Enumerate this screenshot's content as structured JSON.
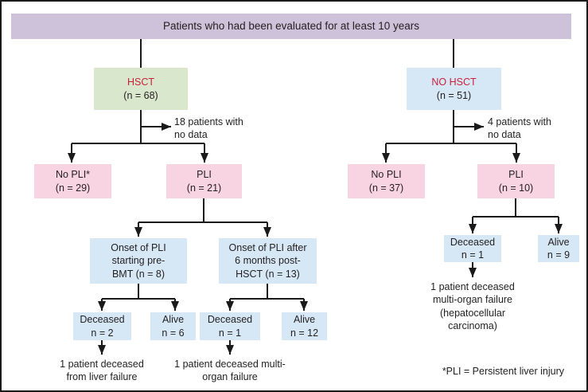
{
  "figure": {
    "banner": "Patients who had been evaluated for at least 10 years",
    "footnote": "*PLI = Persistent liver injury"
  },
  "colors": {
    "banner_bg": "#cec1da",
    "green_bg": "#d9e8cd",
    "blue_bg": "#d6e8f6",
    "pink_bg": "#f8d3e2",
    "red_text": "#cc2039",
    "text": "#231f20"
  },
  "nodes": {
    "hsct": {
      "title": "HSCT",
      "count": "(n = 68)"
    },
    "no_hsct": {
      "title": "NO HSCT",
      "count": "(n = 51)"
    },
    "no_pli_left": {
      "title": "No PLI*",
      "count": "(n = 29)"
    },
    "pli_left": {
      "title": "PLI",
      "count": "(n = 21)"
    },
    "no_pli_right": {
      "title": "No PLI",
      "count": "(n = 37)"
    },
    "pli_right": {
      "title": "PLI",
      "count": "(n = 10)"
    },
    "onset_pre": {
      "label": "Onset of PLI\nstarting pre-\nBMT (n = 8)"
    },
    "onset_post": {
      "label": "Onset of PLI after\n6 months post-\nHSCT (n = 13)"
    },
    "deceased_pre": {
      "title": "Deceased",
      "count": "n = 2"
    },
    "alive_pre": {
      "title": "Alive",
      "count": "n = 6"
    },
    "deceased_post": {
      "title": "Deceased",
      "count": "n = 1"
    },
    "alive_post": {
      "title": "Alive",
      "count": "n = 12"
    },
    "deceased_right": {
      "title": "Deceased",
      "count": "n = 1"
    },
    "alive_right": {
      "title": "Alive",
      "count": "n = 9"
    }
  },
  "annotations": {
    "no_data_left": "18 patients with\nno data",
    "no_data_right": "4 patients with\nno data",
    "liver_failure": "1 patient deceased\nfrom liver failure",
    "multi_organ_left": "1 patient deceased multi-\norgan failure",
    "multi_organ_right": "1 patient deceased\nmulti-organ failure\n(hepatocellular\ncarcinoma)"
  }
}
